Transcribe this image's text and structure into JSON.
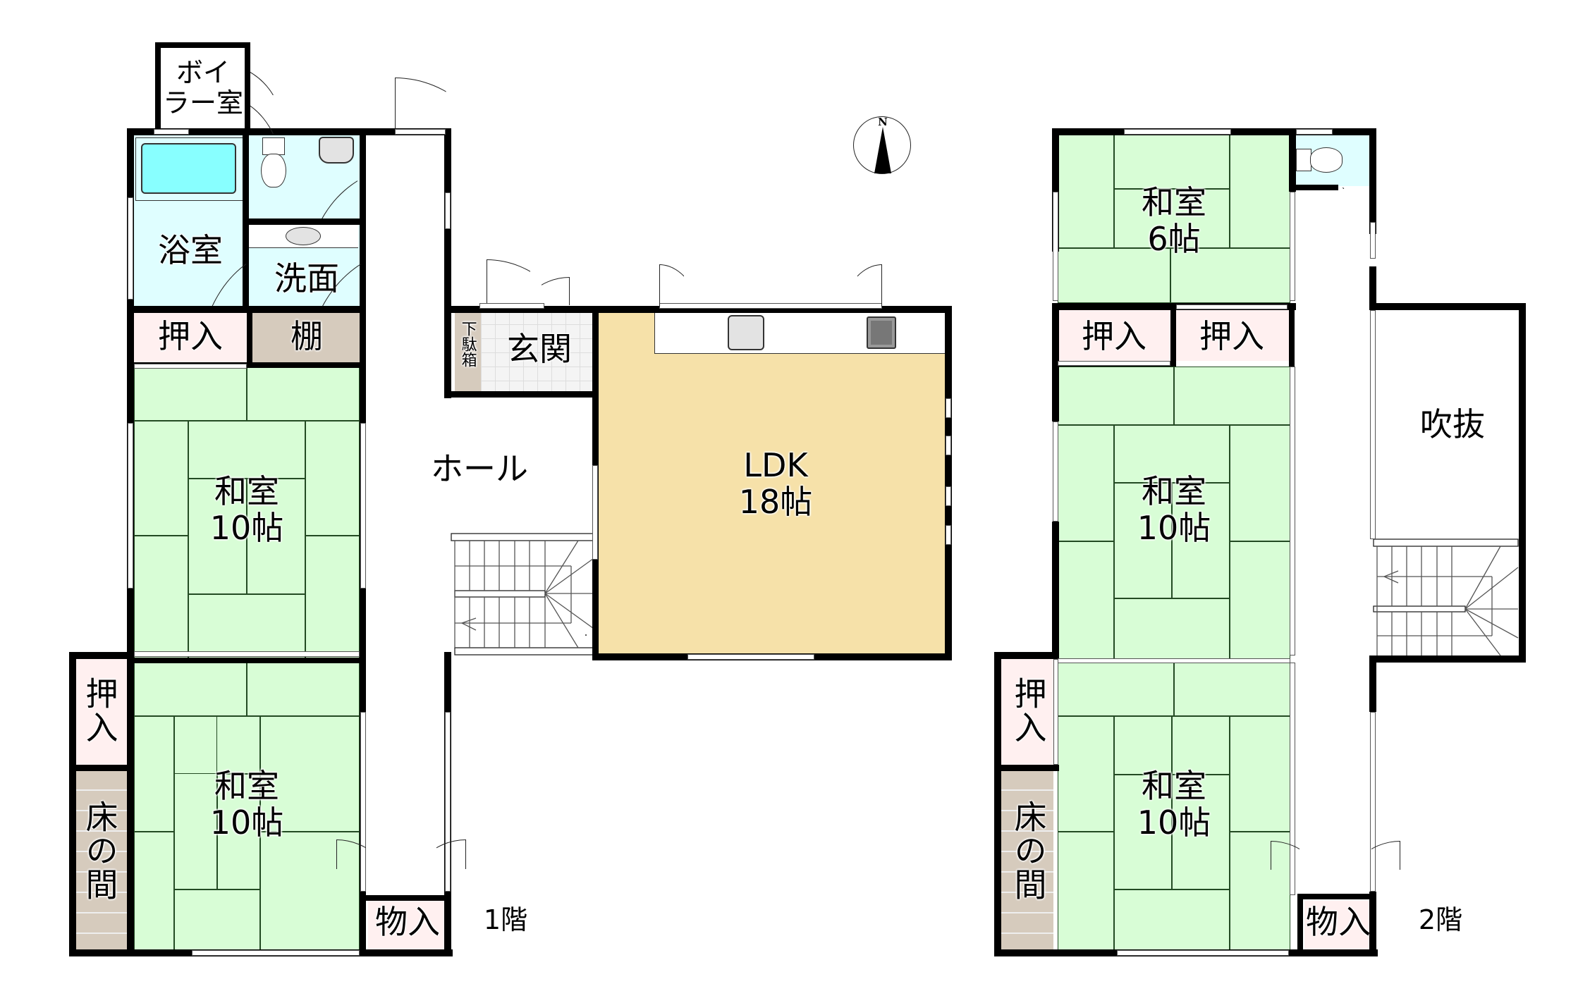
{
  "colors": {
    "tatami": "#d8fdd6",
    "closet": "#fff0f0",
    "wood": "#d6cbbd",
    "wet": "#dffeff",
    "tub": "#88ffff",
    "ldk": "#f6e1a9",
    "genkan": "#f4f4f4",
    "wall": "#000000"
  },
  "compass": {
    "label": "N"
  },
  "floor1": {
    "label": "1階",
    "rooms": {
      "boiler": "ボイ\nラー室",
      "bath": "浴室",
      "washroom": "洗面",
      "closet_top": "押入",
      "shelf": "棚",
      "washitsu_upper": {
        "name": "和室",
        "size": "10帖"
      },
      "washitsu_lower": {
        "name": "和室",
        "size": "10帖"
      },
      "closet_left": "押入",
      "tokonoma": "床の間",
      "storage": "物入",
      "hall": "ホール",
      "shoe_box": "下駄箱",
      "entrance": "玄関",
      "ldk": {
        "name": "LDK",
        "size": "18帖"
      }
    }
  },
  "floor2": {
    "label": "2階",
    "rooms": {
      "washitsu_6": {
        "name": "和室",
        "size": "6帖"
      },
      "closet_a": "押入",
      "closet_b": "押入",
      "atrium": "吹抜",
      "washitsu_mid": {
        "name": "和室",
        "size": "10帖"
      },
      "washitsu_lower": {
        "name": "和室",
        "size": "10帖"
      },
      "closet_left": "押入",
      "tokonoma": "床の間",
      "storage": "物入"
    }
  }
}
